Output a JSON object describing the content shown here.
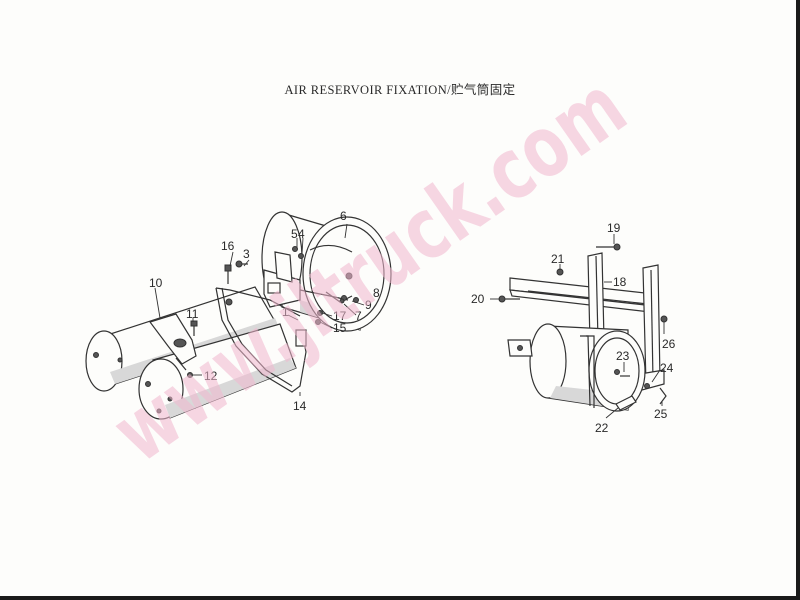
{
  "title": "AIR RESERVOIR FIXATION/贮气筒固定",
  "watermark": "www.jltruck.com",
  "colors": {
    "line": "#333333",
    "paper": "#fdfdfb",
    "watermark_pink": "#f2b8cf",
    "watermark_blue": "#a8d8ea"
  },
  "callouts": [
    "1",
    "3",
    "4",
    "5",
    "6",
    "7",
    "8",
    "9",
    "10",
    "11",
    "12",
    "14",
    "15",
    "16",
    "17",
    "18",
    "19",
    "20",
    "21",
    "22",
    "23",
    "24",
    "25",
    "26"
  ]
}
